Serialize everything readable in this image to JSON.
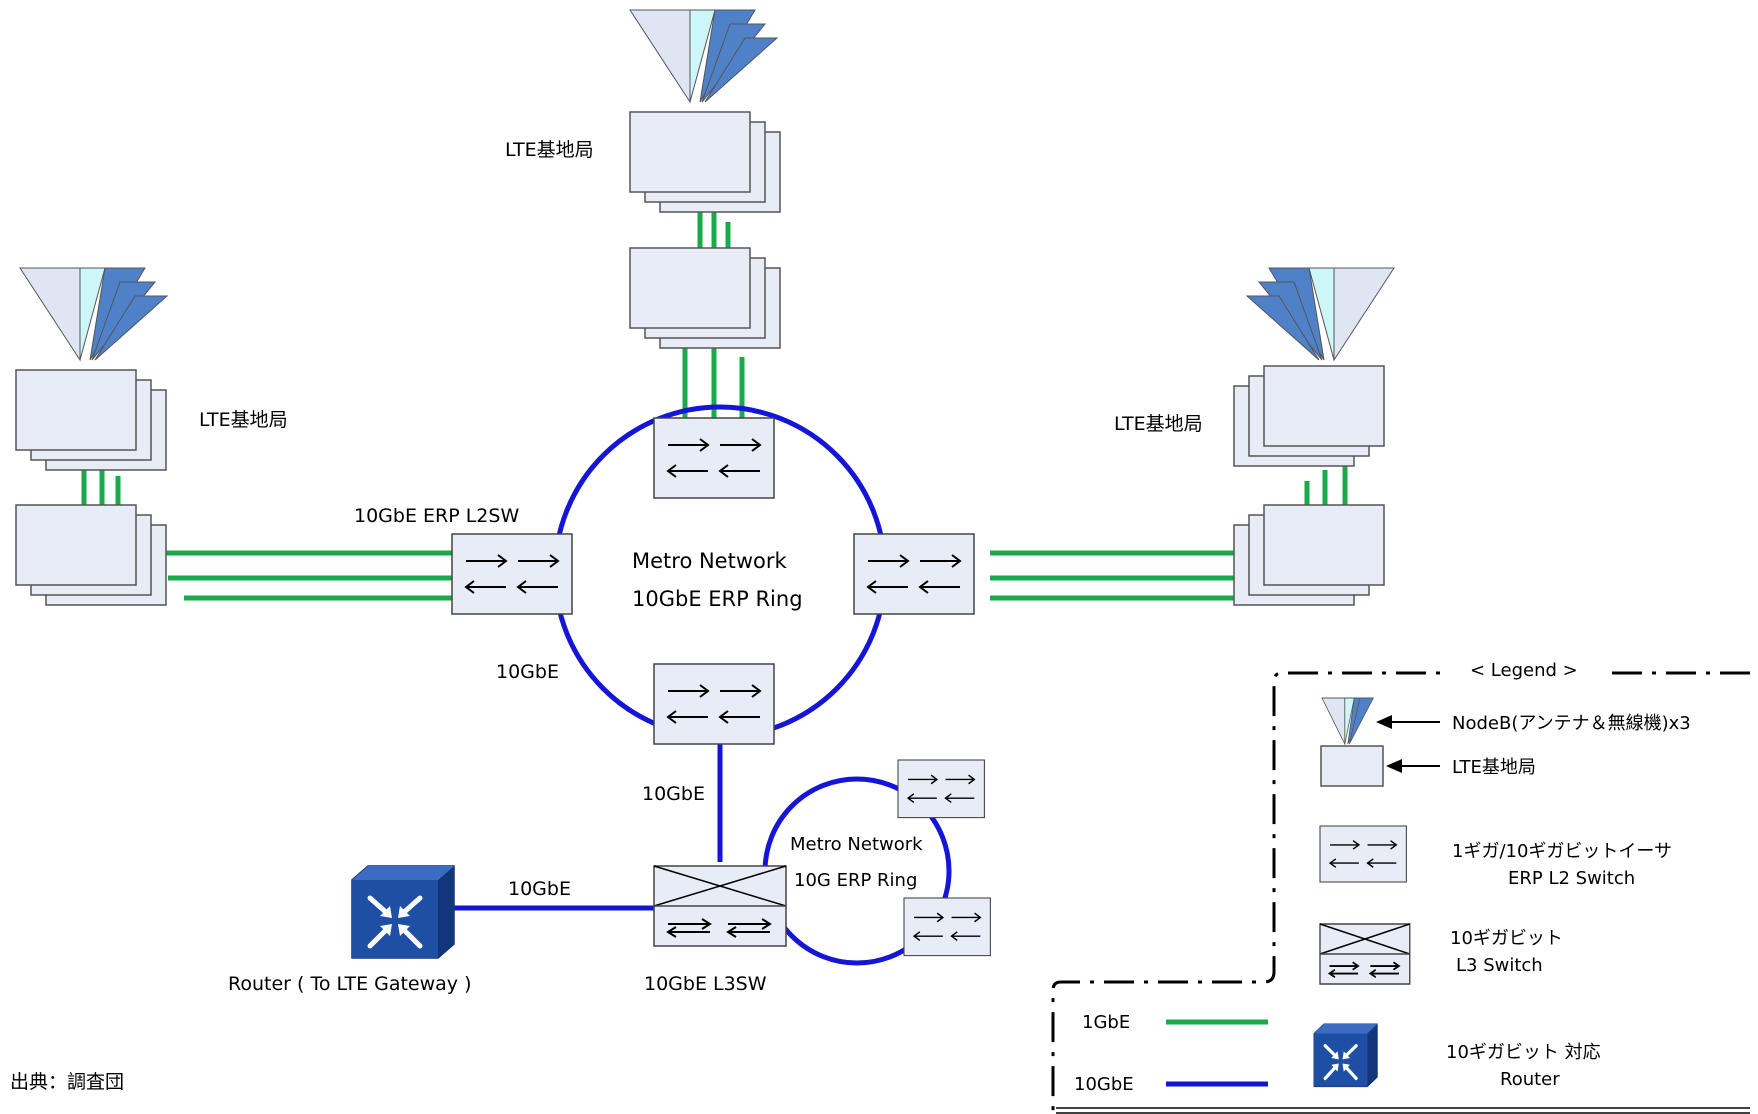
{
  "labels": {
    "station_top": "LTE基地局",
    "station_left": "LTE基地局",
    "station_right": "LTE基地局",
    "l2sw_label": "10GbE ERP L2SW",
    "ring_title": "Metro Network",
    "ring_subtitle": "10GbE ERP Ring",
    "link_ring_left": "10GbE",
    "link_down": "10GbE",
    "link_router": "10GbE",
    "small_ring_title": "Metro Network",
    "small_ring_subtitle": "10G ERP Ring",
    "router_label": "Router ( To LTE Gateway )",
    "l3sw_label": "10GbE L3SW",
    "source": "出典：調査団"
  },
  "legend": {
    "title": "< Legend >",
    "nodeb": "NodeB(アンテナ＆無線機)x3",
    "lte": "LTE基地局",
    "l2_line1": "1ギガ/10ギガビットイーサ",
    "l2_line2": "ERP L2 Switch",
    "l3_line1": "10ギガビット",
    "l3_line2": "L3 Switch",
    "router_line1": "10ギガビット 対応",
    "router_line2": "Router",
    "gbe1": "1GbE",
    "gbe10": "10GbE"
  },
  "colors": {
    "link_1gbe": "#1aaa4a",
    "link_10gbe": "#1515d8",
    "box_fill": "#e8ecf6",
    "box_stroke": "#444444",
    "antenna_light": "#dfe6f3",
    "antenna_cyan": "#cdf6f8",
    "antenna_blue": "#4f81c8",
    "router_blue": "#1f4fa4"
  }
}
